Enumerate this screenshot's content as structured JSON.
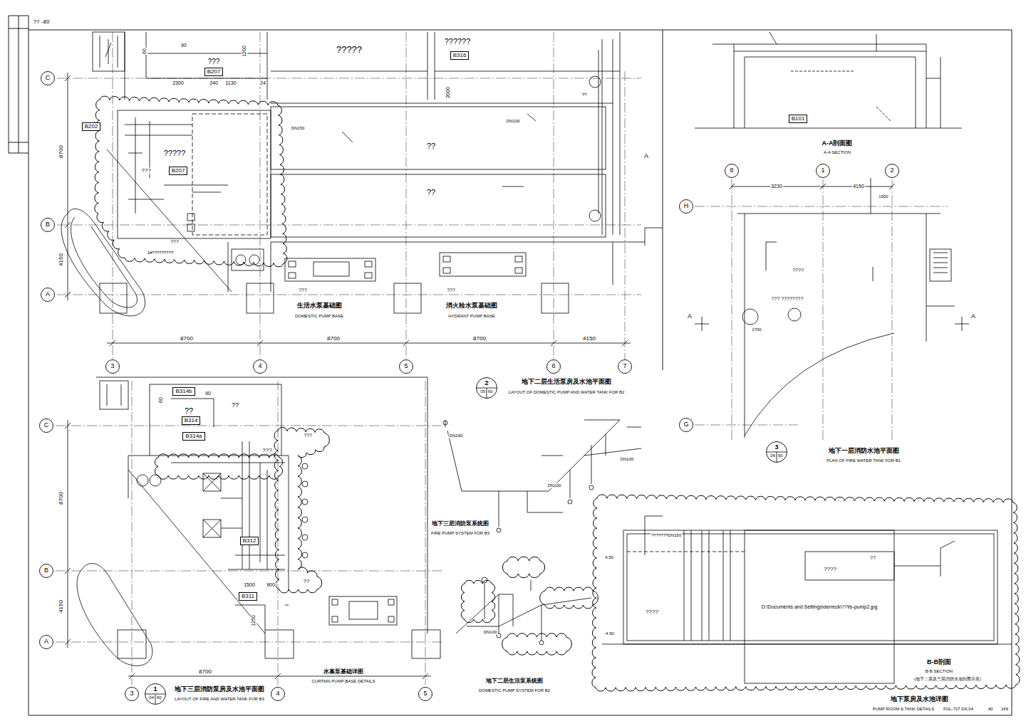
{
  "diagram": {
    "title": "地下泵房及水池详图",
    "nodes": [
      {
        "text": [
          "B207"
        ]
      },
      {
        "text": [
          "B316"
        ]
      },
      {
        "text": [
          "B202"
        ]
      },
      {
        "text": [
          "B207"
        ]
      },
      {
        "text": [
          "C"
        ]
      },
      {
        "text": [
          "B"
        ]
      },
      {
        "text": [
          "A"
        ]
      },
      {
        "text": [
          "3"
        ]
      },
      {
        "text": [
          "4"
        ]
      },
      {
        "text": [
          "5"
        ]
      },
      {
        "text": [
          "6"
        ]
      },
      {
        "text": [
          "7"
        ]
      },
      {
        "text": [
          "2",
          "05",
          "60"
        ]
      },
      {
        "text": [
          "B101"
        ]
      },
      {
        "text": [
          "8"
        ]
      },
      {
        "text": [
          "1"
        ]
      },
      {
        "text": [
          "2"
        ]
      },
      {
        "text": [
          "H"
        ]
      },
      {
        "text": [
          "G"
        ]
      },
      {
        "text": [
          "3",
          "06",
          "60"
        ]
      },
      {
        "text": [
          "B314b"
        ]
      },
      {
        "text": [
          "B314"
        ]
      },
      {
        "text": [
          "B314a"
        ]
      },
      {
        "text": [
          "B312"
        ]
      },
      {
        "text": [
          "B311"
        ]
      },
      {
        "text": [
          "C"
        ]
      },
      {
        "text": [
          "B"
        ]
      },
      {
        "text": [
          "A"
        ]
      },
      {
        "text": [
          "3"
        ]
      },
      {
        "text": [
          "4"
        ]
      },
      {
        "text": [
          "5"
        ]
      },
      {
        "text": [
          "1",
          "04",
          "60"
        ]
      }
    ],
    "labels": [
      "?? -80",
      "???",
      "?????",
      "??????",
      "90",
      "60",
      "1200",
      "2300",
      "240",
      "1130",
      "24",
      "2000",
      "8700",
      "4150",
      "?????",
      "???",
      "??",
      "??",
      "DN150",
      "DN100",
      "??",
      "???",
      "1#?????????",
      "???",
      "???",
      "生活水泵基础图",
      "DOMESTIC PUMP BASE",
      "消火栓水泵基础图",
      "HYDRANT PUMP BASE",
      "8700",
      "8700",
      "8700",
      "4150",
      "A",
      "地下二层生活泵房及水池平面图",
      "LAYOUT OF DOMESTIC PUMP AND WATER TANK FOR B2",
      "A-A剖面图",
      "A-A SECTION",
      "3230",
      "4150",
      "1500",
      "????",
      "??? ????????",
      "1700",
      "A",
      "A",
      "地下一层消防水池平面图",
      "PLAN OF FIRE WATER TANK FOR B1",
      "??",
      "??",
      "60",
      "90",
      "???",
      "???",
      "??",
      "8700",
      "4150",
      "1500",
      "900",
      "1250",
      "8700",
      "水幕泵基础详图",
      "CURTAIN PUMP BASE DETAILS",
      "地下三层消防泵房及水池平面图",
      "LAYOUT OF FIRE AND WATER TANK FOR B3",
      "地下三层消防泵系统图",
      "FIRE PUMP SYSTEM FOR B3",
      "DN150",
      "DN100",
      "DN100",
      "地下二层生活泵系统图",
      "DOMESTIC PUMP SYSTEM FOR B2",
      "DN100",
      "???????DN150",
      "??",
      "????",
      "????",
      "D:\\Documents and Settings\\derreck\\??\\fs-pump2.jpg",
      "-4.50",
      "4.50",
      "B-B剖面",
      "B-B SECTION",
      "(地下二层及三层消防水池剖面示意)",
      "PUMP ROOM & TANK DETAILS",
      "FOL-727 DS.04",
      "40",
      "169"
    ]
  }
}
